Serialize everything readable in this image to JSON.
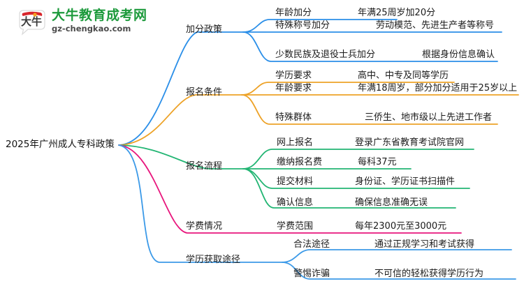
{
  "logo": {
    "mark_text": "大牛",
    "brand_cn": "大牛教育成考网",
    "brand_url": "gz-chengkao.com",
    "brand_color": "#1d9a3c",
    "mark_color": "#d8262c"
  },
  "mindmap": {
    "root": "2025年广州成人专科政策",
    "branch_colors": {
      "blue": "#2b8fe8",
      "orange": "#eda227",
      "green": "#22b573",
      "pink": "#e8157c",
      "light_blue": "#3c9ae8"
    },
    "branches": [
      {
        "label": "加分政策",
        "color": "#2b8fe8",
        "children": [
          {
            "label": "年龄加分",
            "leaf": "年满25周岁加20分"
          },
          {
            "label": "特殊称号加分",
            "leaf": "劳动模范、先进生产者等称号"
          },
          {
            "label": "少数民族及退役士兵加分",
            "leaf": "根据身份信息确认"
          }
        ]
      },
      {
        "label": "报名条件",
        "color": "#eda227",
        "children": [
          {
            "label": "学历要求",
            "leaf": "高中、中专及同等学历"
          },
          {
            "label": "年龄要求",
            "leaf": "年满18周岁，部分加分适用于25岁以上"
          },
          {
            "label": "特殊群体",
            "leaf": "三侨生、地市级以上先进工作者"
          }
        ]
      },
      {
        "label": "报名流程",
        "color": "#22b573",
        "children": [
          {
            "label": "网上报名",
            "leaf": "登录广东省教育考试院官网"
          },
          {
            "label": "缴纳报名费",
            "leaf": "每科37元"
          },
          {
            "label": "提交材料",
            "leaf": "身份证、学历证书扫描件"
          },
          {
            "label": "确认信息",
            "leaf": "确保信息准确无误"
          }
        ]
      },
      {
        "label": "学费情况",
        "color": "#e8157c",
        "children": [
          {
            "label": "学费范围",
            "leaf": "每年2300元至3000元"
          }
        ]
      },
      {
        "label": "学历获取途径",
        "color": "#3c9ae8",
        "children": [
          {
            "label": "合法途径",
            "leaf": "通过正规学习和考试获得"
          },
          {
            "label": "警惕诈骗",
            "leaf": "不可信的轻松获得学历行为"
          }
        ]
      }
    ]
  }
}
